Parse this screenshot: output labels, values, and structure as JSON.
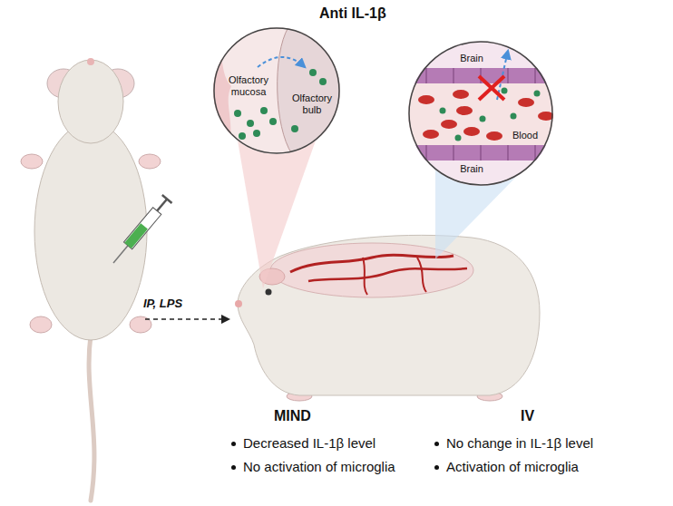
{
  "diagram": {
    "title": "Anti IL-1β",
    "nodes": [
      {
        "text": [
          "Olfactory mucosa",
          "Olfactory bulb"
        ]
      },
      {
        "text": [
          "Brain",
          "Blood",
          "Brain"
        ]
      }
    ],
    "labels": [
      "IP, LPS",
      "MIND",
      "Decreased IL-1β level",
      "No activation of microglia",
      "IV",
      "No change in IL-1β level",
      "Activation of microglia"
    ]
  }
}
